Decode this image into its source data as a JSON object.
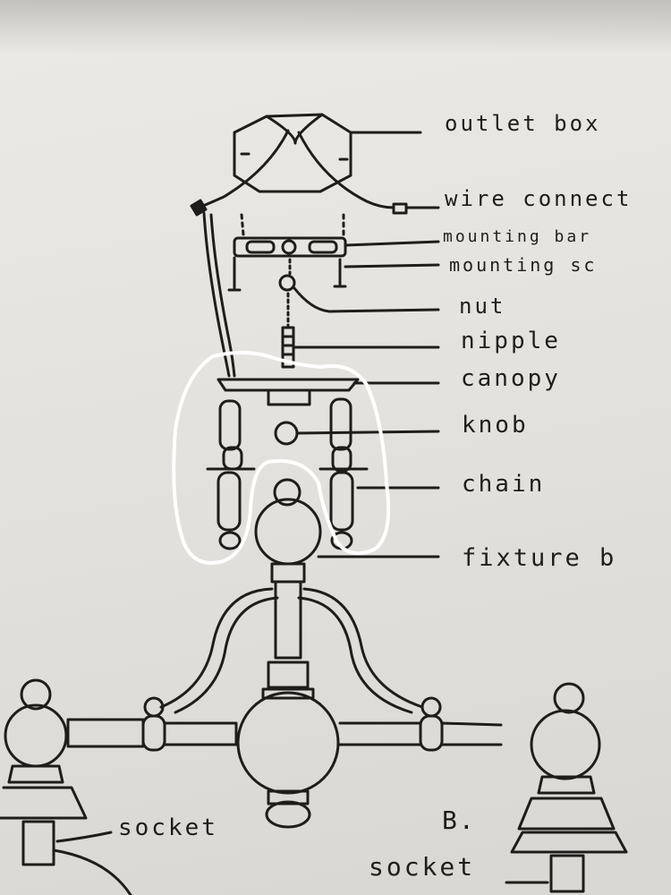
{
  "labels": {
    "outlet_box": "outlet box",
    "wire_connector": "wire connect",
    "mounting_bar": "mounting bar",
    "mounting_screw": "mounting sc",
    "nut": "nut",
    "nipple": "nipple",
    "canopy": "canopy",
    "knob": "knob",
    "chain": "chain",
    "fixture_body": "fixture b",
    "socket_left": "socket",
    "socket_right": "socket",
    "figure_letter": "B."
  },
  "colors": {
    "ink": "#1e1d1b",
    "paper": "#e6e4e0",
    "highlight": "#ffffff"
  }
}
